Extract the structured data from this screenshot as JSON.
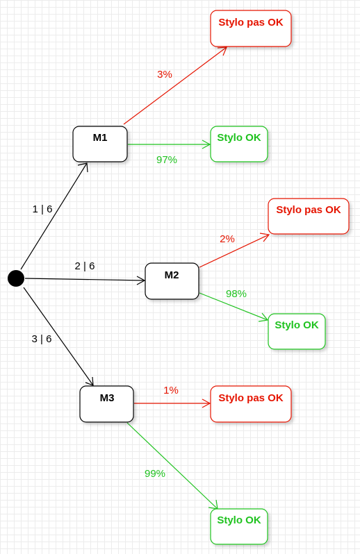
{
  "colors": {
    "black": "#000000",
    "red": "#e51400",
    "green": "#1fc21f"
  },
  "nodes": {
    "m1": {
      "label": "M1"
    },
    "m2": {
      "label": "M2"
    },
    "m3": {
      "label": "M3"
    },
    "m1_bad": {
      "label": "Stylo pas OK"
    },
    "m1_good": {
      "label": "Stylo OK"
    },
    "m2_bad": {
      "label": "Stylo pas OK"
    },
    "m2_good": {
      "label": "Stylo OK"
    },
    "m3_bad": {
      "label": "Stylo pas OK"
    },
    "m3_good": {
      "label": "Stylo OK"
    }
  },
  "edges": {
    "to_m1": "1 | 6",
    "to_m2": "2 | 6",
    "to_m3": "3 | 6",
    "m1_bad": "3%",
    "m1_good": "97%",
    "m2_bad": "2%",
    "m2_good": "98%",
    "m3_bad": "1%",
    "m3_good": "99%"
  }
}
